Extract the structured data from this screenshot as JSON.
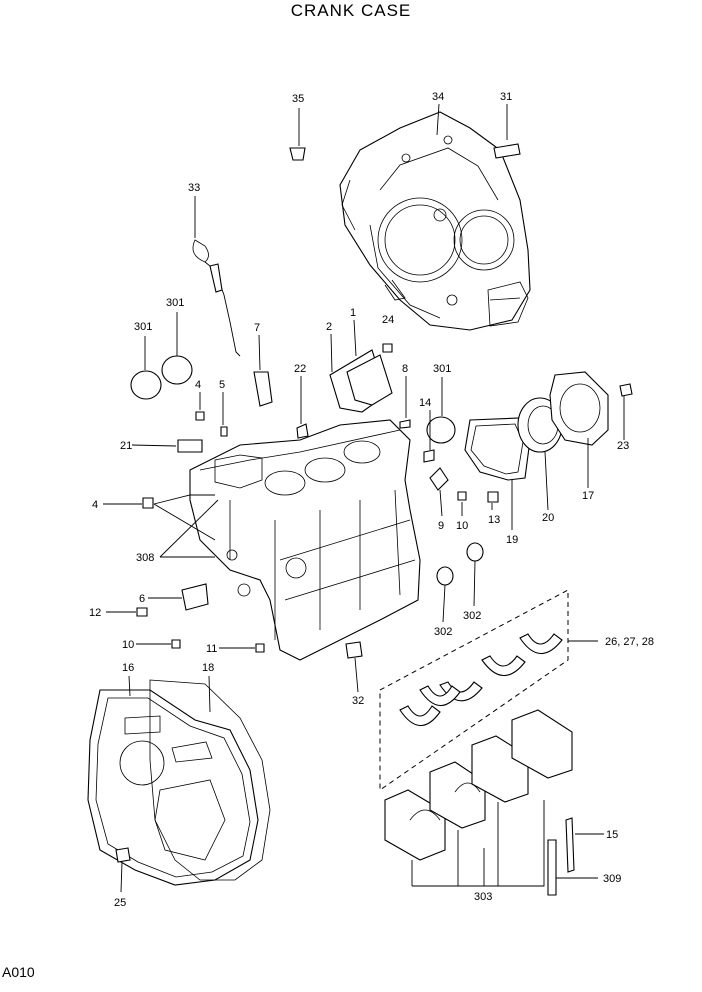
{
  "title": "CRANK CASE",
  "page_code": "A010",
  "callouts": {
    "c35": "35",
    "c34": "34",
    "c31": "31",
    "c33": "33",
    "c301a": "301",
    "c301b": "301",
    "c301c": "301",
    "c7": "7",
    "c2": "2",
    "c1": "1",
    "c24": "24",
    "c4a": "4",
    "c5": "5",
    "c22": "22",
    "c8": "8",
    "c14": "14",
    "c21": "21",
    "c23": "23",
    "c9": "9",
    "c10a": "10",
    "c13": "13",
    "c19": "19",
    "c20": "20",
    "c17": "17",
    "c4b": "4",
    "c308": "308",
    "c6": "6",
    "c12": "12",
    "c302a": "302",
    "c302b": "302",
    "c10b": "10",
    "c11": "11",
    "c262728": "26, 27, 28",
    "c16": "16",
    "c18": "18",
    "c32": "32",
    "c15": "15",
    "c309": "309",
    "c303": "303",
    "c25": "25"
  }
}
